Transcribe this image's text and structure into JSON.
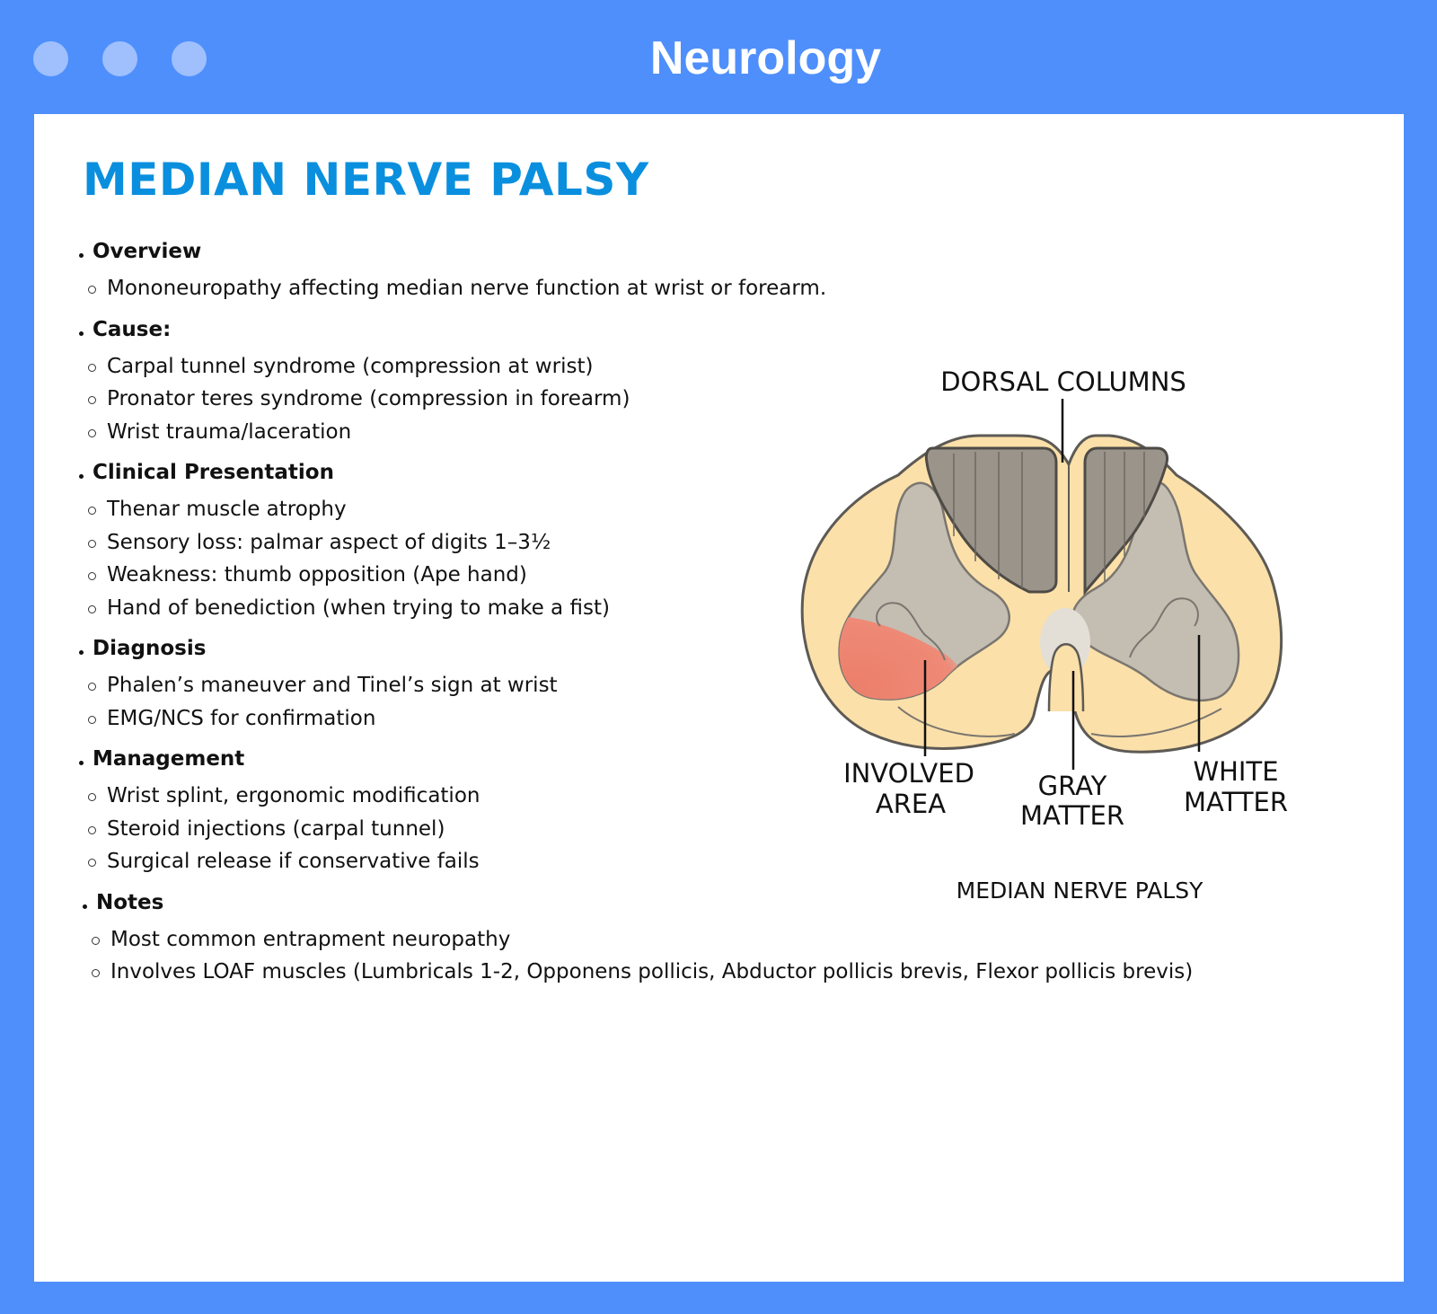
{
  "window": {
    "title": "Neurology"
  },
  "page": {
    "title": "MEDIAN NERVE PALSY"
  },
  "sections": [
    {
      "heading": "Overview",
      "items": [
        "Mononeuropathy affecting median nerve function at wrist or forearm."
      ]
    },
    {
      "heading": "Cause:",
      "items": [
        "Carpal tunnel syndrome (compression at wrist)",
        "Pronator teres syndrome (compression in forearm)",
        "Wrist trauma/laceration"
      ]
    },
    {
      "heading": "Clinical Presentation",
      "items": [
        "Thenar muscle atrophy",
        "Sensory loss: palmar aspect of digits 1–3½",
        "Weakness: thumb opposition (Ape hand)",
        "Hand of benediction (when trying to make a fist)"
      ]
    },
    {
      "heading": "Diagnosis",
      "items": [
        "Phalen’s maneuver and Tinel’s sign at wrist",
        "EMG/NCS for confirmation"
      ]
    },
    {
      "heading": "Management",
      "items": [
        "Wrist splint, ergonomic modification",
        "Steroid injections (carpal tunnel)",
        "Surgical release if conservative fails"
      ]
    },
    {
      "heading": "Notes",
      "items": [
        "Most common entrapment neuropathy",
        "Involves LOAF muscles (Lumbricals 1-2, Opponens pollicis, Abductor pollicis brevis, Flexor pollicis brevis)"
      ]
    }
  ],
  "figure": {
    "label_dorsal_columns": "DORSAL COLUMNS",
    "label_involved_1": "INVOLVED",
    "label_involved_2": "AREA",
    "label_gray_1": "GRAY",
    "label_gray_2": "MATTER",
    "label_white_1": "WHITE",
    "label_white_2": "MATTER",
    "caption": "MEDIAN NERVE PALSY"
  },
  "colors": {
    "window_frame": "#4f8ffc",
    "title_accent": "#0a8fde",
    "cord_fill": "#fbe0a9",
    "gray_matter": "#c4bdb2",
    "dorsal_columns": "#9a948b",
    "involved_area": "#ec8472"
  }
}
